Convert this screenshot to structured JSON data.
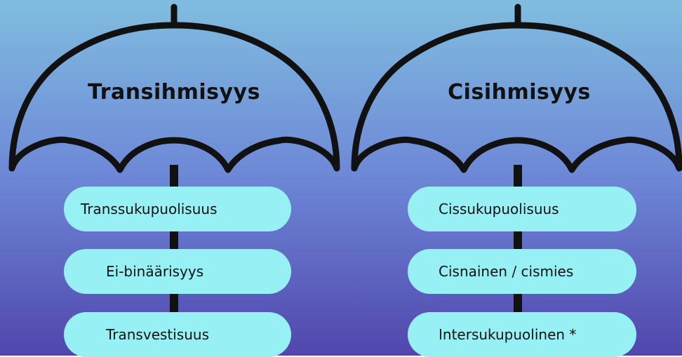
{
  "colors": {
    "bg_top": "#80bde0",
    "bg_mid": "#6d87d6",
    "bg_bottom": "#5146ad",
    "pill": "#96f0f4",
    "stroke": "#111111"
  },
  "left": {
    "title": "Transihmisyys",
    "items": [
      "Transsukupuolisuus",
      "Ei-binäärisyys",
      "Transvestisuus"
    ]
  },
  "right": {
    "title": "Cisihmisyys",
    "items": [
      "Cissukupuolisuus",
      "Cisnainen / cismies",
      "Intersukupuolinen *"
    ]
  }
}
